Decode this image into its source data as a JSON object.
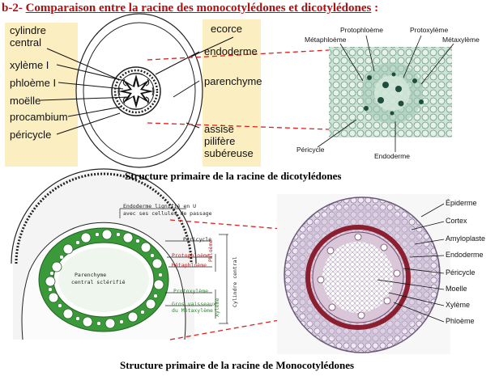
{
  "header": {
    "prefix": "b-2-",
    "title": "Comparaison entre la racine des monocotylédones et dicotylédones",
    "suffix": " :"
  },
  "dicot": {
    "left_labels": [
      "cylindre central",
      "xylème I",
      "phloème I",
      "moëlle",
      "procambium",
      "péricycle"
    ],
    "right_labels": [
      "ecorce",
      "endoderme",
      "parenchyme",
      "assise pilifère subéreuse"
    ],
    "photo_labels": {
      "protophloeme": "Protophloème",
      "protoxyleme": "Protoxylème",
      "metaphloeme": "Métaphloème",
      "metaxyleme": "Métaxylème",
      "pericycle": "Péricycle",
      "endoderme": "Endoderme"
    },
    "caption": "Structure primaire de la racine de dicotylédones"
  },
  "monocot": {
    "diagram_labels": {
      "endoderme_lignifie": "Endoderme lignifié en U",
      "cellules_passage": "avec ses cellules de passage",
      "pericycle": "Péricycle",
      "protophloeme": "Protophloème",
      "metaphloeme": "Métaphloème",
      "phloeme": "Phloème",
      "protoxyleme": "Protoxylème",
      "gros_vaisseaux": "Gros vaisseaux",
      "du_metaxyleme": "du Métaxylème",
      "xyleme": "Xylème",
      "cylindre_central": "Cylindre central",
      "parenchyme": "Parenchyme",
      "central_sclerifie": "central sclérifié"
    },
    "photo_labels": [
      "Épiderme",
      "Cortex",
      "Amyloplaste",
      "Endoderme",
      "Péricycle",
      "Moelle",
      "Xylème",
      "Phloème"
    ],
    "caption": "Structure primaire de la racine de Monocotylédones"
  },
  "colors": {
    "title": "#b01010",
    "panel": "#fbeec0",
    "connector": "#e02020",
    "stele_green": "#2d8a2d"
  }
}
